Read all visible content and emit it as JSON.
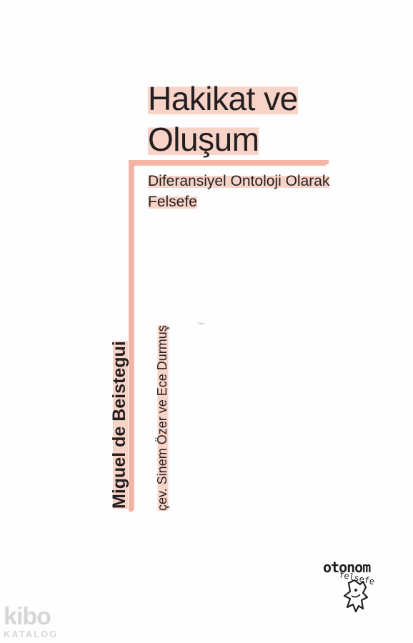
{
  "book": {
    "title_line_1": "Hakikat ve",
    "title_line_2": "Oluşum",
    "subtitle_line_1": "Diferansiyel Ontoloji Olarak",
    "subtitle_line_2": "Felsefe",
    "author": "Miguel de Beistegui",
    "translators": "çev. Sinem Özer ve Ece Durmuş",
    "tiny_mark": "Kitap"
  },
  "publisher": {
    "name": "otonom",
    "series": "felsefe"
  },
  "watermark": {
    "logo": "kibo",
    "label": "KATALOG"
  },
  "colors": {
    "accent": "#f4b4a3",
    "highlight": "#f8d3c8",
    "text": "#231f20"
  }
}
